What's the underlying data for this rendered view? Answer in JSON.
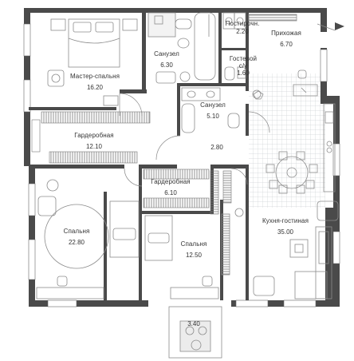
{
  "plan": {
    "rooms": [
      {
        "key": "master-bedroom",
        "name": "Мастер-спальня",
        "area": "16.20"
      },
      {
        "key": "bathroom-1",
        "name": "Санузел",
        "area": "6.30"
      },
      {
        "key": "laundry",
        "name": "Постирочн.",
        "area": "2.20"
      },
      {
        "key": "guest-wc",
        "name": "Гостевой с/у",
        "area": "1.60"
      },
      {
        "key": "hall",
        "name": "Прихожая",
        "area": "6.70"
      },
      {
        "key": "bathroom-2",
        "name": "Санузел",
        "area": "5.10"
      },
      {
        "key": "wardrobe-1",
        "name": "Гардеробная",
        "area": "12.10"
      },
      {
        "key": "corridor",
        "name": "",
        "area": "2.80"
      },
      {
        "key": "wardrobe-2",
        "name": "Гардеробная",
        "area": "6.10"
      },
      {
        "key": "bedroom-1",
        "name": "Спальня",
        "area": "22.80"
      },
      {
        "key": "bedroom-2",
        "name": "Спальня",
        "area": "12.50"
      },
      {
        "key": "kitchen-living",
        "name": "Кухня-гостиная",
        "area": "35.00"
      },
      {
        "key": "balcony",
        "name": "",
        "area": "3.40"
      }
    ],
    "colors": {
      "wall": "#4a4a4a",
      "kitchen_floor": "#cfd3d6",
      "furniture": "#8c8c8c"
    }
  }
}
